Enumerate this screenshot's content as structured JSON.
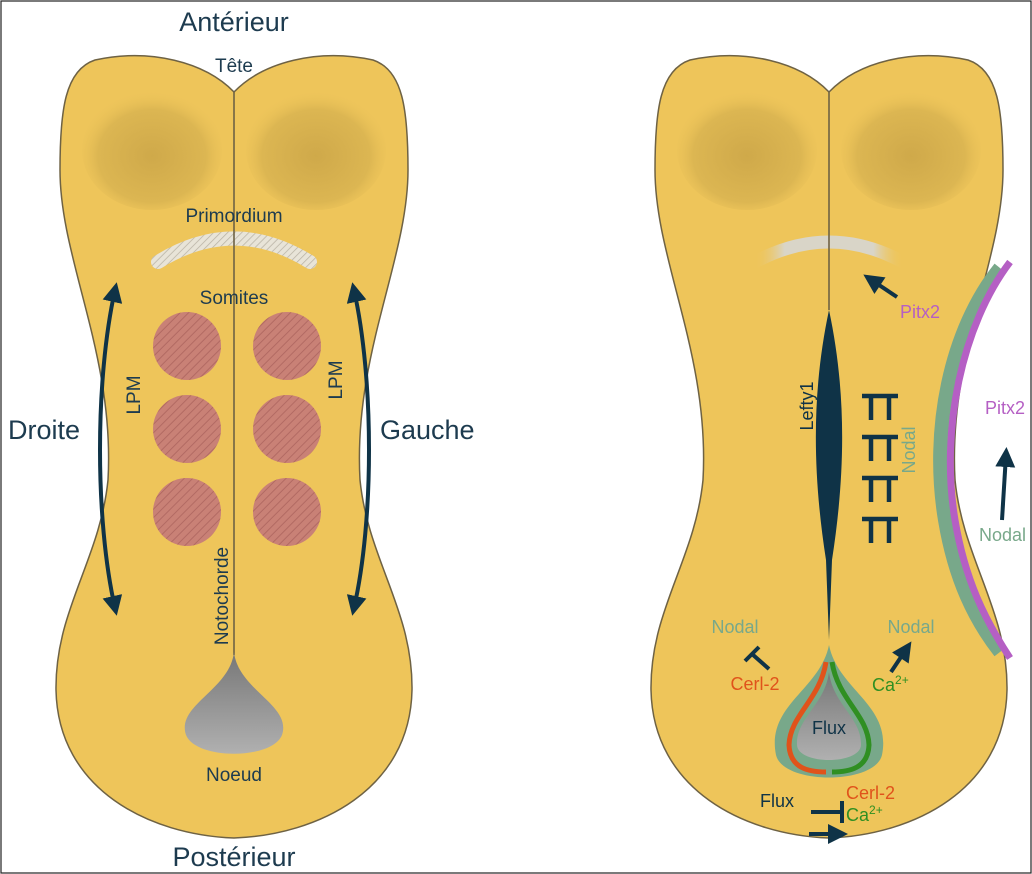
{
  "labels": {
    "anterior": "Antérieur",
    "posterior": "Postérieur",
    "head": "Tête",
    "primordium": "Primordium",
    "somites": "Somites",
    "lpm_right": "LPM",
    "lpm_left": "LPM",
    "right": "Droite",
    "left": "Gauche",
    "notochord": "Notochorde",
    "node": "Noeud"
  },
  "right_panel": {
    "pitx2_top": "Pitx2",
    "pitx2_side": "Pitx2",
    "lefty1": "Lefty1",
    "nodal_inner": "Nodal",
    "nodal_side": "Nodal",
    "nodal_left_node": "Nodal",
    "nodal_right_node": "Nodal",
    "cerl2_node": "Cerl-2",
    "ca_node": "Ca",
    "ca_node_sup": "2+",
    "flux_node": "Flux",
    "flux_bottom": "Flux",
    "cerl2_bottom": "Cerl-2",
    "ca_bottom": "Ca",
    "ca_bottom_sup": "2+"
  },
  "colors": {
    "embryo_fill": "#eec55a",
    "embryo_stroke": "#6e6244",
    "dark": "#0f3347",
    "somite": "#c98176",
    "pitx2": "#b55fc4",
    "nodal": "#78a88a",
    "cerl2": "#e0531b",
    "ca": "#2f8f22",
    "node_gray": "#9a9a9a"
  }
}
